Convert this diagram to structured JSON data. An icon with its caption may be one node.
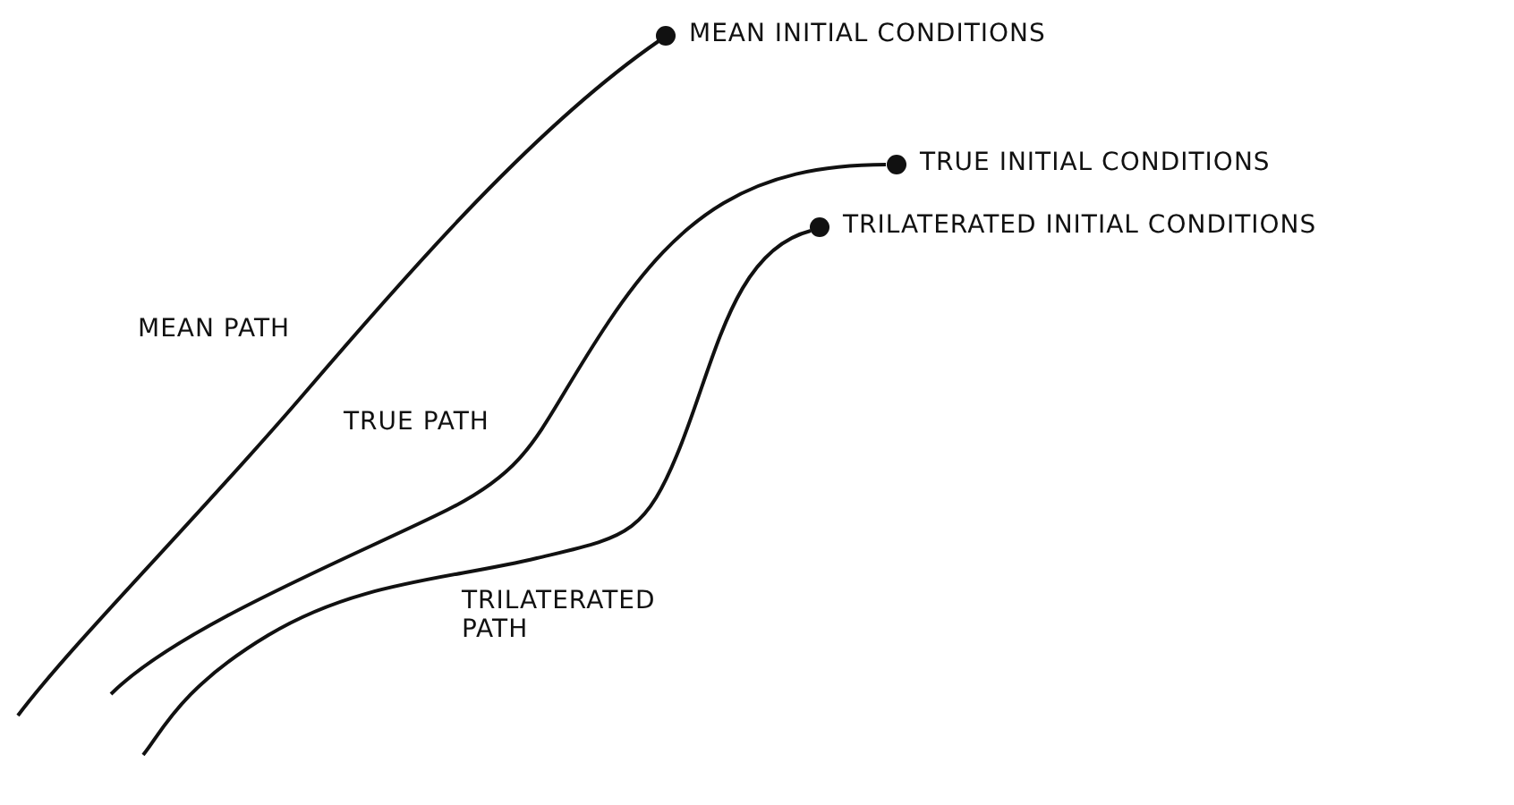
{
  "diagram": {
    "nodes": [
      {
        "text": [],
        "shape": "circle",
        "beside": [
          "MEAN INITIAL CONDITIONS"
        ]
      },
      {
        "text": [],
        "shape": "circle",
        "beside": [
          "TRUE INITIAL CONDITIONS"
        ]
      },
      {
        "text": [],
        "shape": "circle",
        "beside": [
          "TRILATERATED INITIAL CONDITIONS"
        ]
      }
    ],
    "edges": [
      {
        "from": 0,
        "to": null,
        "arrow": "none",
        "label": "MEAN PATH"
      },
      {
        "from": 1,
        "to": null,
        "arrow": "none",
        "label": "TRUE PATH"
      },
      {
        "from": 2,
        "to": null,
        "arrow": "none",
        "label": "TRILATERATED PATH"
      }
    ]
  }
}
